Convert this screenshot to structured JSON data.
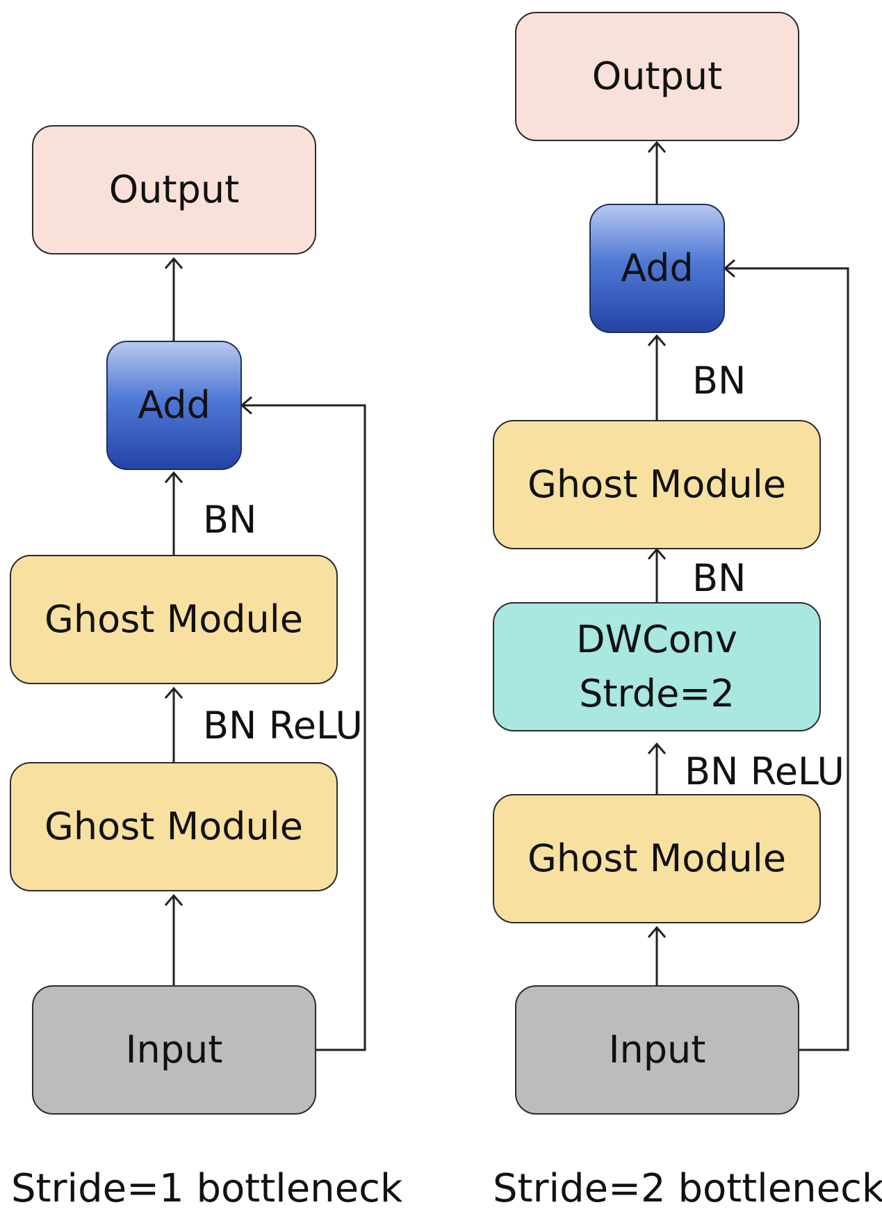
{
  "left": {
    "output": "Output",
    "add": "Add",
    "bn_top": "BN",
    "ghost_top": "Ghost Module",
    "bn_relu": "BN ReLU",
    "ghost_bottom": "Ghost Module",
    "input": "Input",
    "caption": "Stride=1 bottleneck"
  },
  "right": {
    "output": "Output",
    "add": "Add",
    "bn_top": "BN",
    "ghost_top": "Ghost Module",
    "bn_mid": "BN",
    "dwconv_line1": "DWConv",
    "dwconv_line2": "Strde=2",
    "bn_relu": "BN ReLU",
    "ghost_bottom": "Ghost Module",
    "input": "Input",
    "caption": "Stride=2 bottleneck"
  },
  "colors": {
    "output": "#f9e1da",
    "ghost_module": "#f8e1a0",
    "input": "#bcbcbc",
    "dwconv": "#a9e7e1",
    "add": "#2f55c0"
  }
}
